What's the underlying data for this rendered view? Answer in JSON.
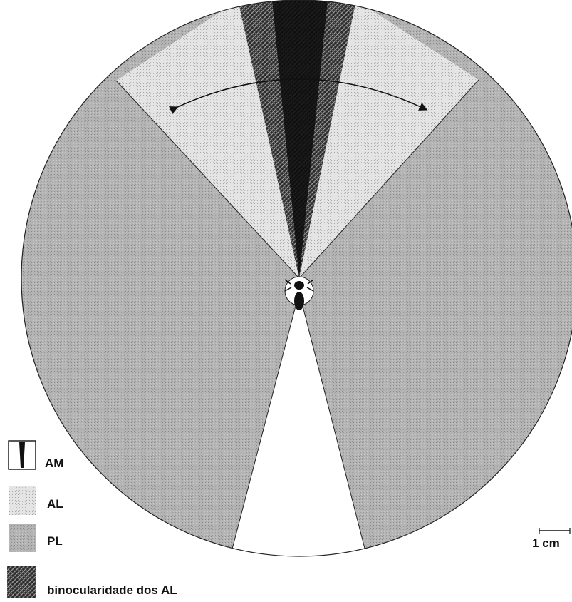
{
  "legend": {
    "items": [
      {
        "key": "AM",
        "label": "AM"
      },
      {
        "key": "AL",
        "label": "AL"
      },
      {
        "key": "PL",
        "label": "PL"
      },
      {
        "key": "BIN",
        "label": "binocularidade dos AL"
      }
    ]
  },
  "scale_bar": {
    "label": "1 cm"
  }
}
